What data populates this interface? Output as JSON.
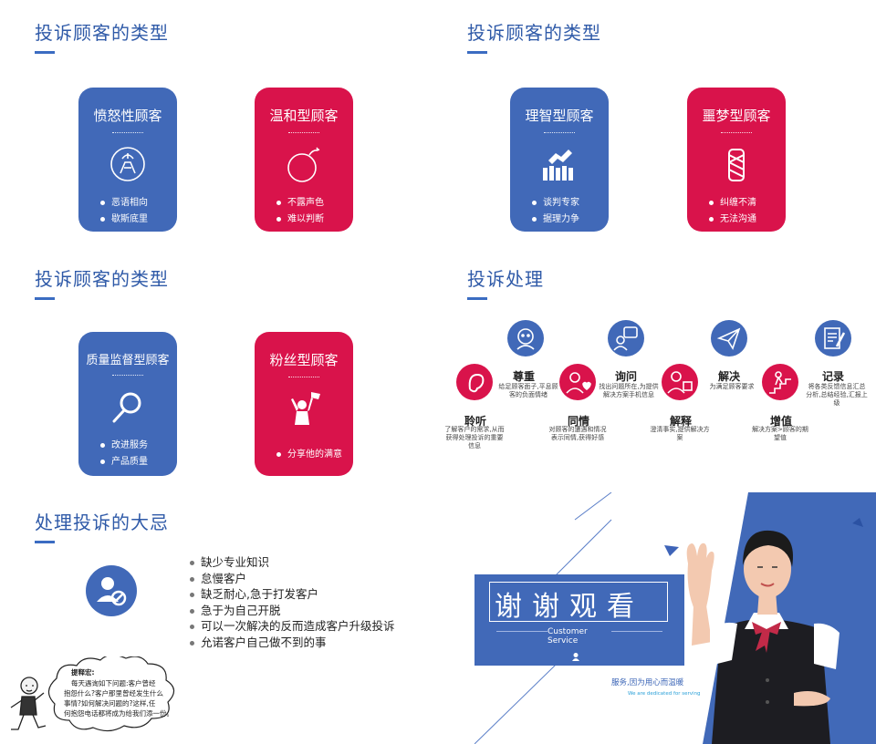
{
  "panel1": {
    "title": "投诉顾客的类型",
    "cards": [
      {
        "title": "愤怒性顾客",
        "icon": "volcano-icon",
        "items": [
          "恶语相向",
          "歇斯底里"
        ]
      },
      {
        "title": "温和型顾客",
        "icon": "bomb-icon",
        "items": [
          "不露声色",
          "难以判断"
        ]
      }
    ]
  },
  "panel2": {
    "title": "投诉顾客的类型",
    "cards": [
      {
        "title": "理智型顾客",
        "icon": "handshake-icon",
        "items": [
          "谈判专家",
          "据理力争"
        ]
      },
      {
        "title": "噩梦型顾客",
        "icon": "tangled-rope-icon",
        "items": [
          "纠缠不清",
          "无法沟通"
        ]
      }
    ]
  },
  "panel3": {
    "title": "投诉顾客的类型",
    "cards": [
      {
        "title": "质量监督型顾客",
        "icon": "magnifier-icon",
        "items": [
          "改进服务",
          "产品质量"
        ]
      },
      {
        "title": "粉丝型顾客",
        "icon": "fan-cheering-icon",
        "items": [
          "分享他的满意"
        ]
      }
    ]
  },
  "panel4": {
    "title": "投诉处理",
    "steps": [
      {
        "title": "聆听",
        "desc": "了解客户的需求,从而获得处理投诉的重要信息",
        "icon": "ear-icon"
      },
      {
        "title": "尊重",
        "desc": "给足顾客面子,平息顾客的负面情绪",
        "icon": "customer-face-icon"
      },
      {
        "title": "同情",
        "desc": "对顾客的遭遇和情况表示同情,获得好感",
        "icon": "heart-person-icon"
      },
      {
        "title": "询问",
        "desc": "找出问题所在,为提供解决方案手机信息",
        "icon": "question-chat-icon"
      },
      {
        "title": "解释",
        "desc": "澄清事实,提供解决方案",
        "icon": "explain-person-icon"
      },
      {
        "title": "解决",
        "desc": "为满足顾客要求",
        "icon": "paper-plane-icon"
      },
      {
        "title": "增值",
        "desc": "解决方案>顾客的期望值",
        "icon": "stairs-up-icon"
      },
      {
        "title": "记录",
        "desc": "将各类反馈信息汇总分析,总结经验,汇报上级",
        "icon": "notepad-icon"
      }
    ]
  },
  "panel5": {
    "title": "处理投诉的大忌",
    "icon": "user-forbidden-icon",
    "items": [
      "缺少专业知识",
      "怠慢客户",
      "缺乏耐心,急于打发客户",
      "急于为自己开脱",
      "可以一次解决的反而造成客户升级投诉",
      "允诺客户自己做不到的事"
    ],
    "note": {
      "label": "提释宏:",
      "lines": [
        "每天遇询如下问题:客户曾经",
        "抱怨什么?客户那里曾经发生什么",
        "事情?如何解决问题的?这样,任",
        "何抱怨电话都将成为给我们添一份。"
      ]
    }
  },
  "panel6": {
    "thanks": "谢谢观看",
    "service_en_1": "Customer",
    "service_en_2": "Service",
    "slogan": "服务,因为用心而温暖",
    "slogan_en": "We are dedicated for serving",
    "colors": {
      "accent": "#4169b8",
      "slogan": "#3a64b6",
      "slogan_en": "#2aa0d8"
    }
  },
  "colors": {
    "blue": "#4169b8",
    "red": "#d9134b",
    "title": "#2f5aa8"
  }
}
